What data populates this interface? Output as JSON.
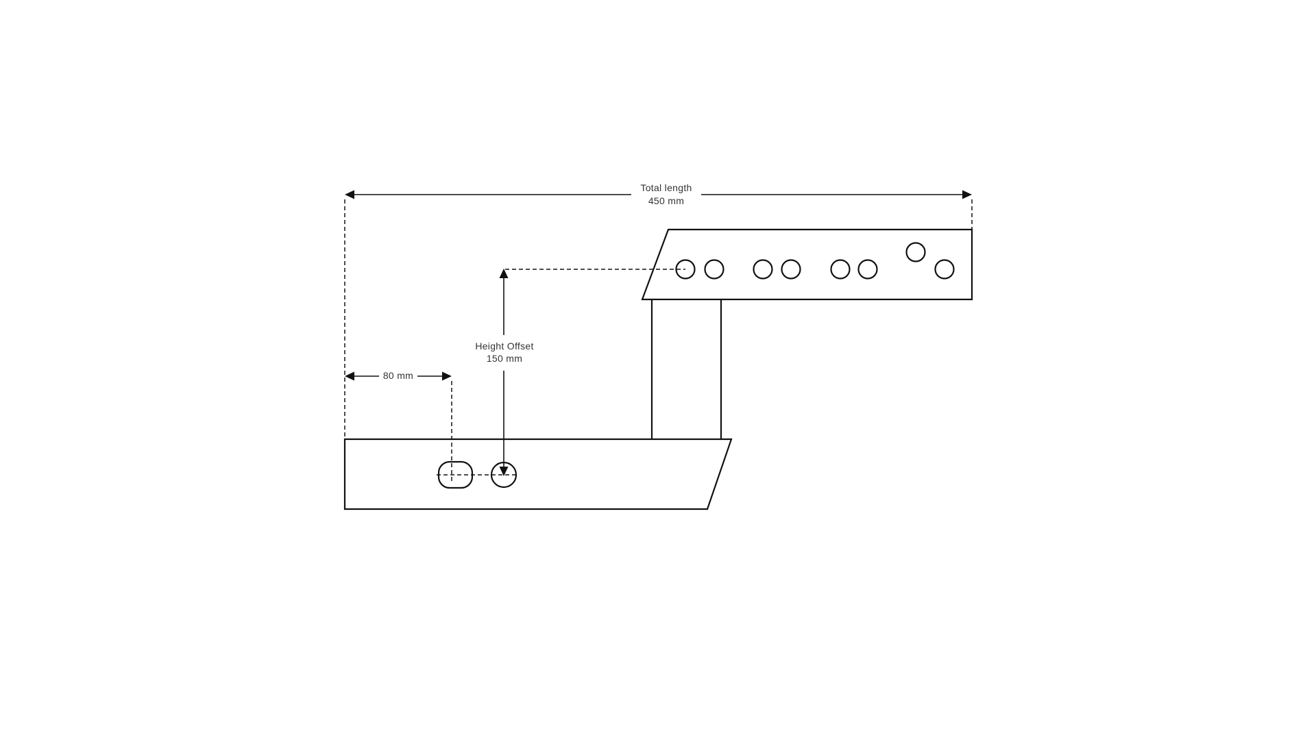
{
  "page": {
    "background_color": "#ffffff",
    "line_color": "#111111",
    "text_color": "#333333"
  },
  "diagram": {
    "kind": "engineering-dimension-drawing",
    "dimensions": {
      "total_length": {
        "label": "Total length",
        "value": "450 mm"
      },
      "height_offset": {
        "label": "Height Offset",
        "value": "150 mm"
      },
      "hole_offset": {
        "value": "80 mm"
      }
    },
    "parts": {
      "upper_plate": {
        "holes_in_row": 7,
        "raised_holes": 1,
        "total_holes": 8
      },
      "support_column": {
        "edges": 2
      },
      "lower_plate": {
        "slots": 1,
        "round_holes": 1
      }
    }
  }
}
